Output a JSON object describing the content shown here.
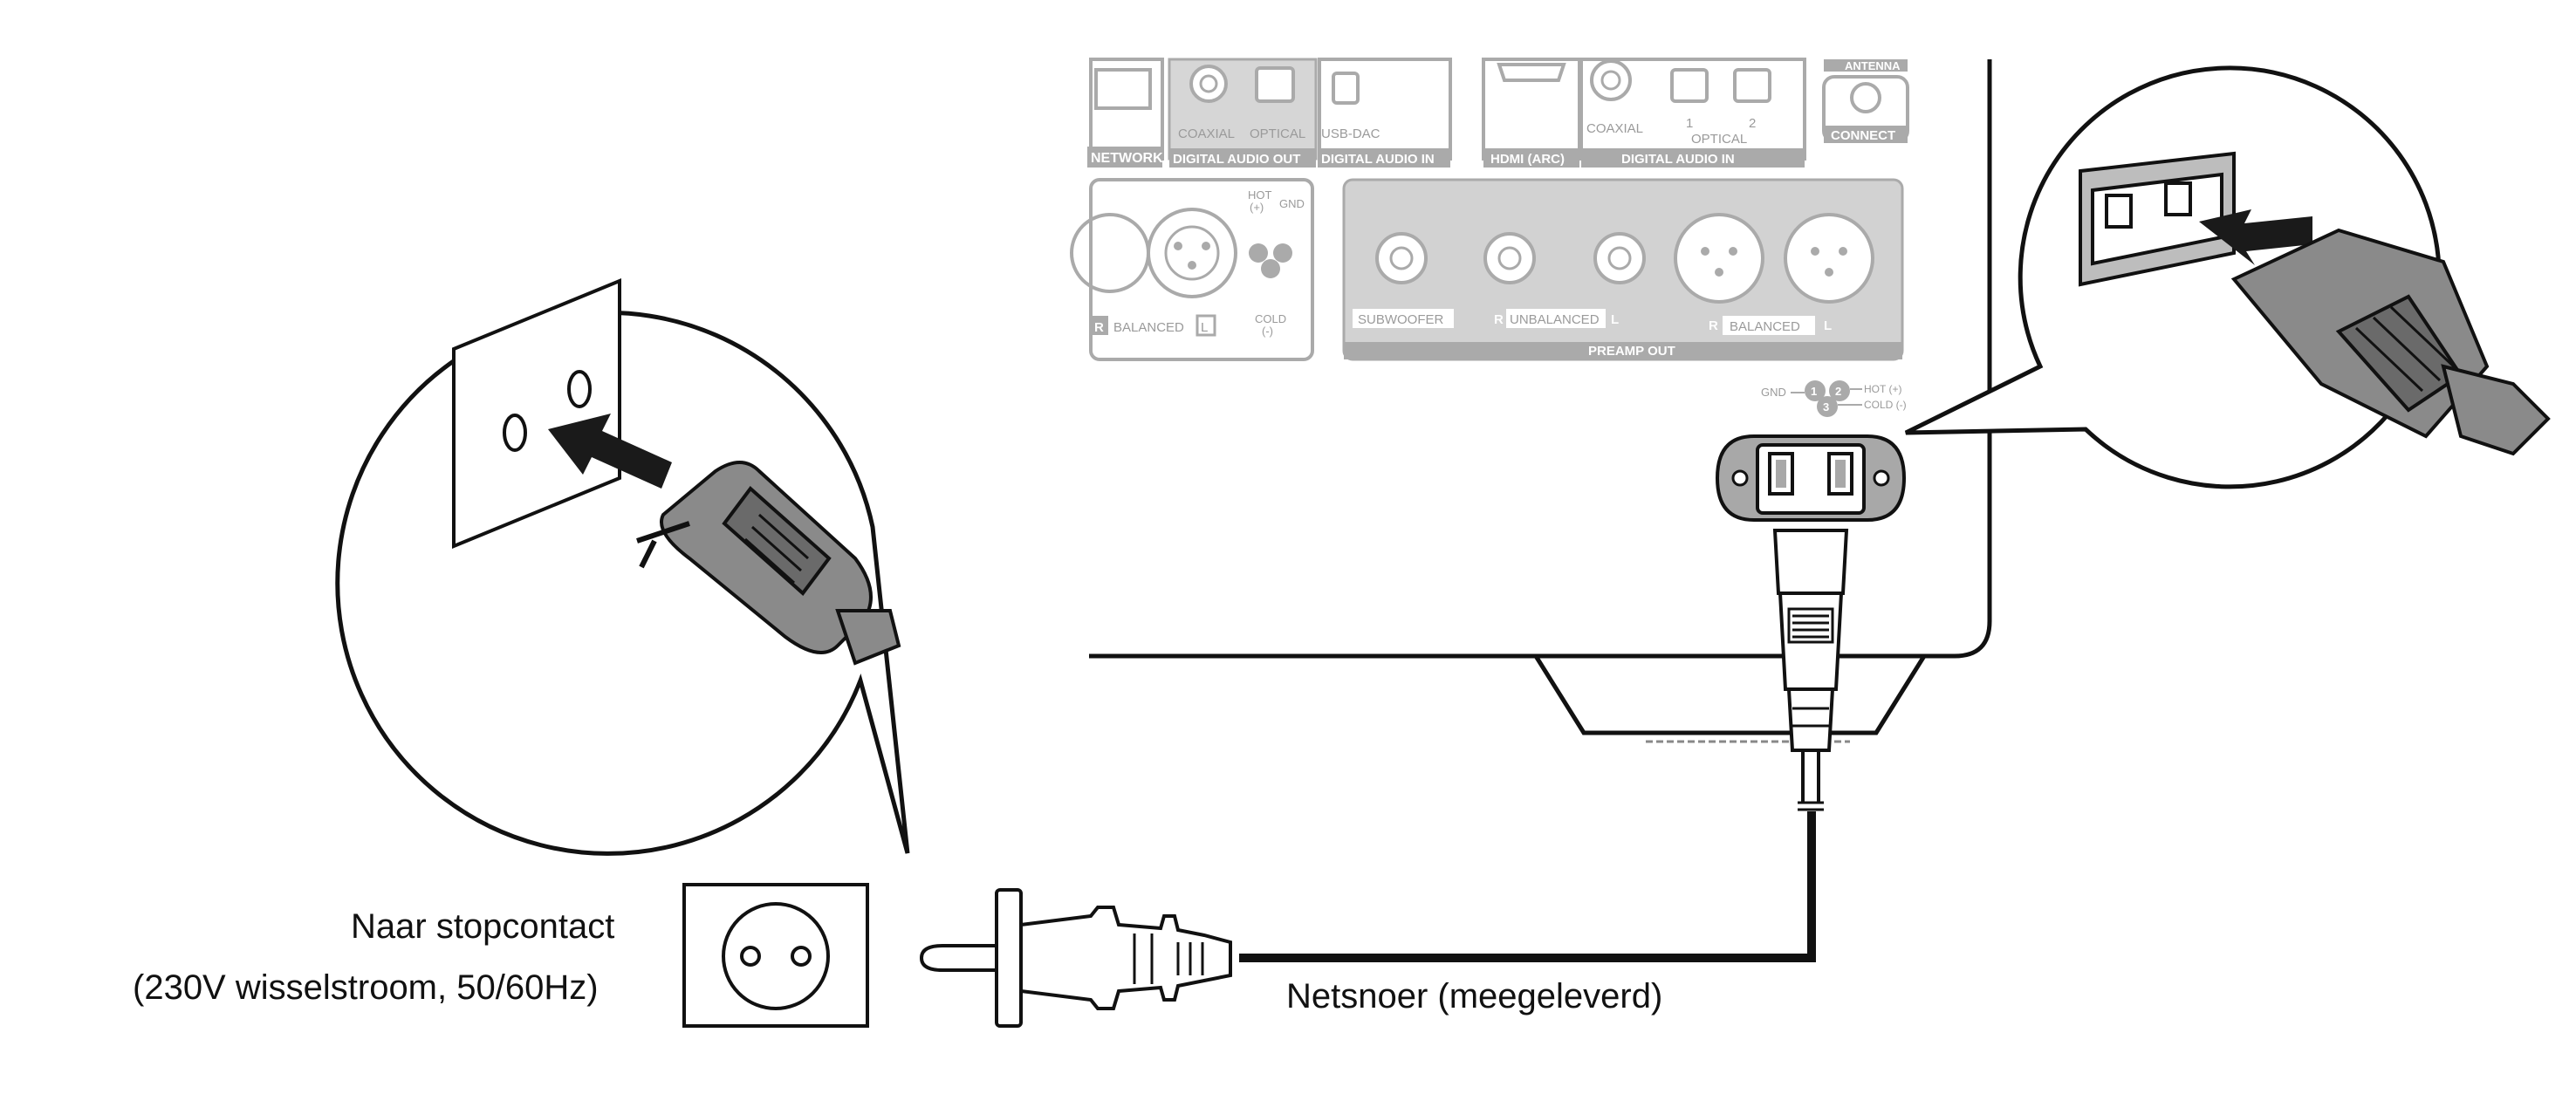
{
  "labels": {
    "outlet_title": "Naar stopcontact",
    "outlet_spec": "(230V wisselstroom, 50/60Hz)",
    "cord": "Netsnoer (meegeleverd)"
  },
  "panel": {
    "network": "NETWORK",
    "coaxial_out": "COAXIAL",
    "optical_out": "OPTICAL",
    "digital_audio_out": "DIGITAL AUDIO OUT",
    "usb_dac": "USB-DAC",
    "digital_audio_in_a": "DIGITAL AUDIO IN",
    "hdmi_arc": "HDMI (ARC)",
    "coaxial_in": "COAXIAL",
    "optical_in_1": "1",
    "optical_in_2": "2",
    "optical_in": "OPTICAL",
    "digital_audio_in_b": "DIGITAL AUDIO IN",
    "antenna": "ANTENNA",
    "connect": "CONNECT",
    "hot": "HOT",
    "hot_plus": "(+)",
    "gnd": "GND",
    "cold": "COLD",
    "cold_minus": "(-)",
    "balanced_left_r": "R",
    "balanced_left": "BALANCED",
    "balanced_left_l": "L",
    "subwoofer": "SUBWOOFER",
    "unbalanced_r": "R",
    "unbalanced": "UNBALANCED",
    "unbalanced_l": "L",
    "balanced_right_r": "R",
    "balanced_right": "BALANCED",
    "balanced_right_l": "L",
    "preamp_out": "PREAMP OUT",
    "pin_gnd": "GND",
    "pin_hot": "HOT (+)",
    "pin_cold": "COLD (-)",
    "pin1": "1",
    "pin2": "2",
    "pin3": "3"
  },
  "colors": {
    "line": "#111111",
    "panel_grey": "#a8a8a8",
    "plug_grey": "#8a8a8a",
    "plug_dark": "#6a6a6a",
    "arrow": "#1a1a1a"
  }
}
